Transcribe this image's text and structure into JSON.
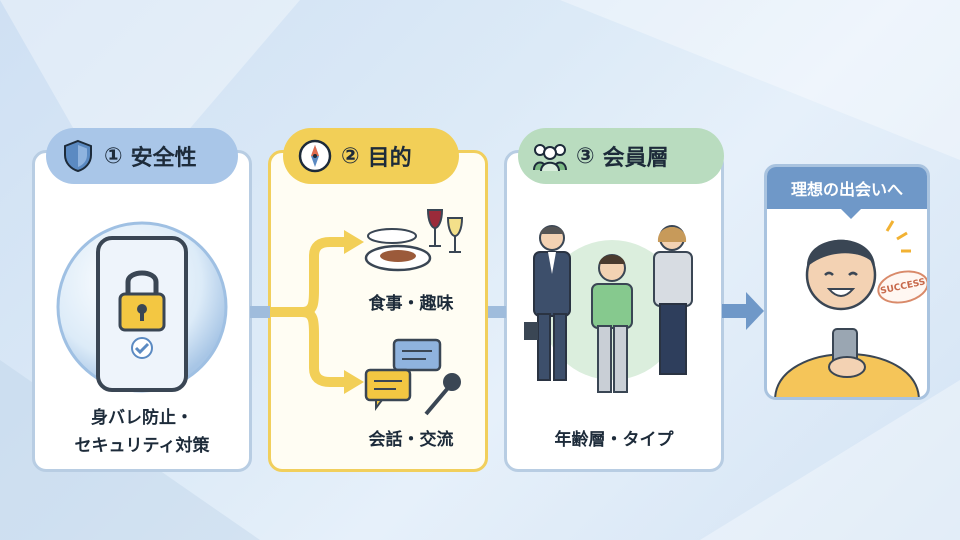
{
  "steps": [
    {
      "number": "①",
      "title": "安全性",
      "caption_line1": "身バレ防止・",
      "caption_line2": "セキュリティ対策",
      "icon": "shield-icon"
    },
    {
      "number": "②",
      "title": "目的",
      "icon": "compass-icon",
      "branches": [
        {
          "label": "食事・趣味",
          "icon": "dining-icon"
        },
        {
          "label": "会話・交流",
          "icon": "chat-microphone-icon"
        }
      ]
    },
    {
      "number": "③",
      "title": "会員層",
      "caption": "年齢層・タイプ",
      "icon": "people-group-icon"
    }
  ],
  "goal": {
    "title": "理想の出会いへ",
    "badge": "SUCCESS"
  },
  "colors": {
    "safety": "#a9c6e8",
    "purpose": "#f2cf57",
    "members": "#b9dcbf",
    "arrow": "#6f98c8",
    "goal_header": "#6f98c8"
  }
}
